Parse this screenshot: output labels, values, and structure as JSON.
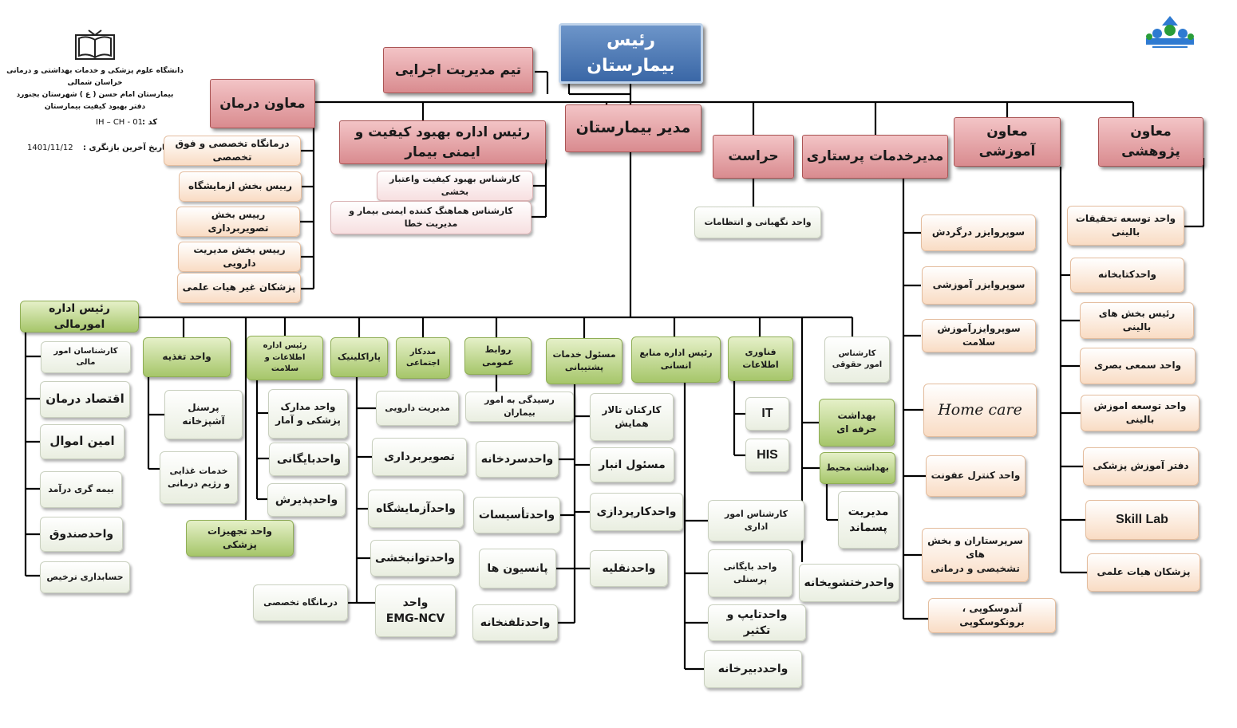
{
  "header": {
    "line1": "دانشگاه علوم پزشکی و خدمات بهداشتی و درمانی خراسان شمالی",
    "line2": "بیمارستان امام حسن ( ع ) شهرستان بجنورد",
    "line3": "دفتر بهبود کیفیت بیمارستان",
    "code_label": "کد :",
    "code_value": "IH – CH - 01",
    "revision_label": "تاریخ آخرین بازنگری :",
    "revision_value": "1401/11/12"
  },
  "icons": [
    "book-logo-icon",
    "university-logo-icon"
  ],
  "colors": {
    "top": "#4a78b5",
    "level1": "#e3a5a8",
    "green": "#b5d27a",
    "orange": "#f9dcc4",
    "gray": "#eef2e6",
    "line": "#000000"
  },
  "nodes": {
    "head": "رئیس بیمارستان",
    "exec_team": "تیم مدیریت اجرایی",
    "hospital_manager": "مدیر بیمارستان",
    "treatment_deputy": "معاون درمان",
    "quality_head": "رئیس اداره بهبود کیفیت و ایمنی بیمار",
    "security": "حراست",
    "nursing": "مدیرخدمات پرستاری",
    "education": "معاون آموزشی",
    "research": "معاون پژوهشی",
    "t1": "درمانگاه تخصصی و فوق تخصصی",
    "t2": "رییس بخش ازمایشگاه",
    "t3": "رییس بخش تصویربرداری",
    "t4": "رییس بخش مدیریت دارویی",
    "t5": "پزشکان غیر هیات علمی",
    "q1": "کارشناس بهبود کیفیت واعتبار بخشی",
    "q2": "کارشناس هماهنگ کننده ایمنی بیمار و مدیریت خطا",
    "sec1": "واحد نگهبانی و انتظامات",
    "n1": "سوپروایزر درگردش",
    "n2": "سوپروایزر آموزشی",
    "n3": "سوپروایزرآموزش سلامت",
    "n4": "Home care",
    "n5": "واحد کنترل عفونت",
    "n6": "سرپرستاران و بخش های\nتشخیصی و درمانی",
    "n7": "آندوسکوپی ، برونکوسکوپی",
    "r1": "واحد توسعه تحقیقات بالینی",
    "r2": "واحدکتابخانه",
    "r3": "رئیس بخش های بالینی",
    "r4": "واحد سمعی بصری",
    "r5": "واحد توسعه اموزش بالینی",
    "r6": "دفتر آموزش پزشکی",
    "r7": "Skill Lab",
    "r8": "پزشکان هیات علمی",
    "fin_head": "رئیس اداره امورمالی",
    "f1": "کارشناسان امور مالی",
    "f2": "اقتصاد درمان",
    "f3": "امین اموال",
    "f4": "بیمه گری درآمد",
    "f5": "واحدصندوق",
    "f6": "حسابداری ترخیص",
    "nutrition": "واحد تغذیه",
    "nu1": "پرسنل\nآشپزخانه",
    "nu2": "خدمات غذایی\nو رژیم درمانی",
    "info": "رئیس اداره\nاطلاعات و سلامت",
    "i1": "واحد مدارک\nپزشکی و آمار",
    "i2": "واحدبایگانی",
    "i3": "واحدپذیرش",
    "medequip": "واحد تجهیزات پزشکی",
    "paraclinic": "پاراکلینیک",
    "p1": "مدیریت دارویی",
    "p2": "تصویربرداری",
    "p3": "واحدآزمایشگاه",
    "p4": "واحدتوانبخشی",
    "p5": "واحد\nEMG-NCV",
    "p6": "درمانگاه تخصصی",
    "social": "مددکار\nاجتماعی",
    "pr": "روابط عمومی",
    "pr1": "رسیدگی به امور بیماران",
    "support": "مسئول خدمات\nپشتیبانی",
    "s1": "کارکنان تالار\nهمایش",
    "s2": "مسئول انبار",
    "s3": "واحدسردخانه",
    "s4": "واحدکارپردازی",
    "s5": "واحدتأسیسات",
    "s6": "واحدنقلیه",
    "s7": "پانسیون ها",
    "s8": "واحدتلفنخانه",
    "hr": "رئیس اداره منابع\nانسانی",
    "h1": "کارشناس امور اداری",
    "h2": "واحد بایگانی\nپرسنلی",
    "h3": "واحدتایپ و تکثیر",
    "h4": "واحددبیرخانه",
    "it": "فناوری\nاطلاعات",
    "it1": "IT",
    "it2": "HIS",
    "legal": "کارشناس\nامور حقوقی",
    "occ_health": "بهداشت\nحرفه ای",
    "env_health": "بهداشت محیط",
    "e1": "مدیریت\nپسماند",
    "e2": "واحدرختشویخانه"
  }
}
